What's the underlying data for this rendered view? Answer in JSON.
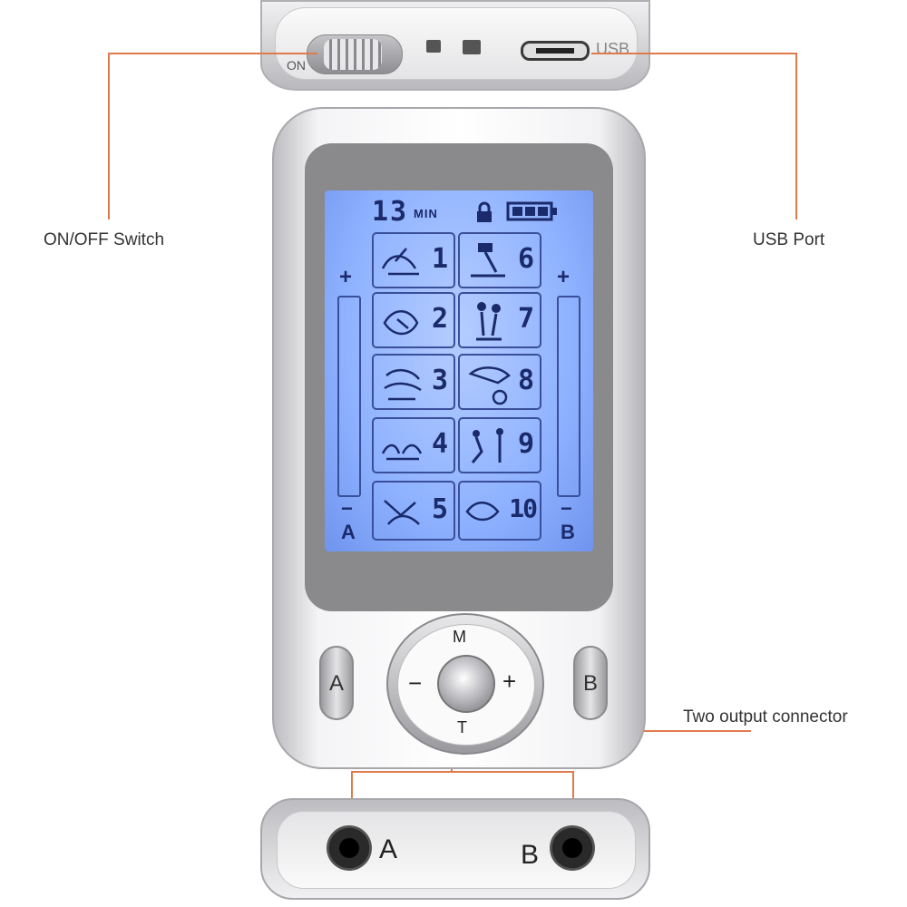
{
  "labels": {
    "on_off": "ON/OFF  Switch",
    "usb_port": "USB Port",
    "two_output": "Two output connector"
  },
  "top_panel": {
    "switch_text": "ON",
    "usb_text": "USB"
  },
  "display": {
    "timer": "13",
    "timer_unit": "MIN",
    "battery_bars": 3,
    "modes": [
      "1",
      "2",
      "3",
      "4",
      "5",
      "6",
      "7",
      "8",
      "9",
      "10"
    ],
    "channel_a": "A",
    "channel_b": "B",
    "plus": "+",
    "minus": "−"
  },
  "controls": {
    "m": "M",
    "t": "T",
    "plus": "+",
    "minus": "−",
    "btn_a": "A",
    "btn_b": "B"
  },
  "bottom_panel": {
    "jack_a": "A",
    "jack_b": "B"
  },
  "colors": {
    "leader": "#e07a4a",
    "lcd": "#7fa8ff",
    "lcd_ink": "#1a2a6a",
    "silver": "#d9d9dc"
  }
}
